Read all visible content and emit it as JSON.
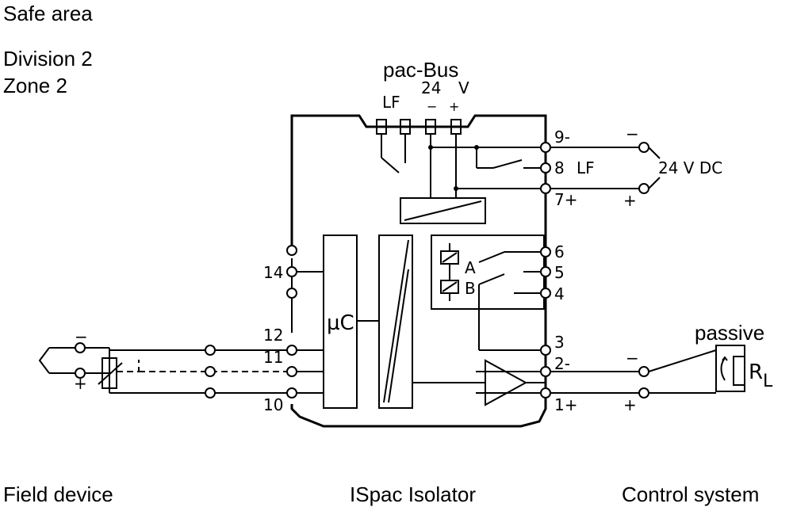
{
  "zone_text": {
    "safe_area": "Safe area",
    "division": "Division 2",
    "zone": "Zone 2"
  },
  "bottom_labels": {
    "field_device": "Field device",
    "isolator": "ISpac Isolator",
    "control_system": "Control system"
  },
  "pac_bus": {
    "title": "pac-Bus",
    "lf": "LF",
    "voltage": "24",
    "v": "V",
    "minus": "−",
    "plus": "+"
  },
  "terminals": {
    "t9": "9-",
    "t8": "8",
    "t8_lf": "LF",
    "t7": "7+",
    "t6": "6",
    "t5": "5",
    "t4": "4",
    "t3": "3",
    "t2": "2-",
    "t1": "1+",
    "t14": "14",
    "t12": "12",
    "t11": "11",
    "t10": "10"
  },
  "supply": {
    "minus": "−",
    "plus": "+",
    "label": "24  V  DC"
  },
  "internal": {
    "mc": "µC",
    "relay_a": "A",
    "relay_b": "B"
  },
  "field": {
    "minus": "−",
    "plus": "+"
  },
  "output": {
    "passive": "passive",
    "minus": "−",
    "plus": "+",
    "rl_r": "R",
    "rl_l": "L"
  }
}
